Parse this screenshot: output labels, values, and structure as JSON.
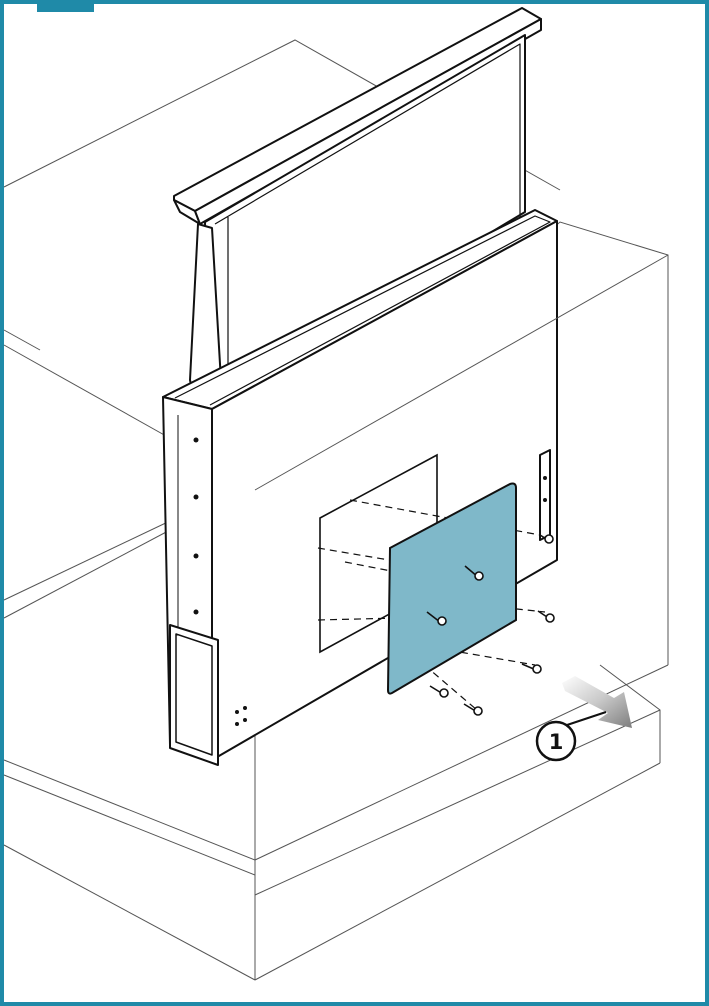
{
  "figure": {
    "step_marker": "",
    "callout_label": "1",
    "colors": {
      "frame": "#1f8aa8",
      "cover_plate": "#7fb8c9",
      "arrow": "#9a9a9a",
      "line": "#111111"
    },
    "icons": [
      "downdraft-hood-illustration",
      "cover-plate",
      "screw-icon",
      "direction-arrow-icon",
      "callout-circle"
    ]
  }
}
